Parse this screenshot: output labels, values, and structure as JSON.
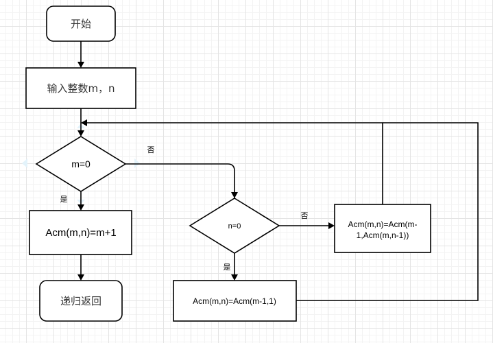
{
  "diagram": {
    "nodes": {
      "start": {
        "label": "开始"
      },
      "input": {
        "label": "输入整数m，n"
      },
      "cond_m": {
        "label": "m=0"
      },
      "result_m": {
        "label": "Acm(m,n)=m+1"
      },
      "return": {
        "label": "递归返回"
      },
      "cond_n": {
        "label": "n=0"
      },
      "calc_nested": {
        "line1": "Acm(m,n)=Acm(m-",
        "line2": "1,Acm(m,n-1))"
      },
      "calc_simple": {
        "label": "Acm(m,n)=Acm(m-1,1)"
      }
    },
    "edge_labels": {
      "m_yes": "是",
      "m_no": "否",
      "n_yes": "是",
      "n_no": "否"
    }
  }
}
